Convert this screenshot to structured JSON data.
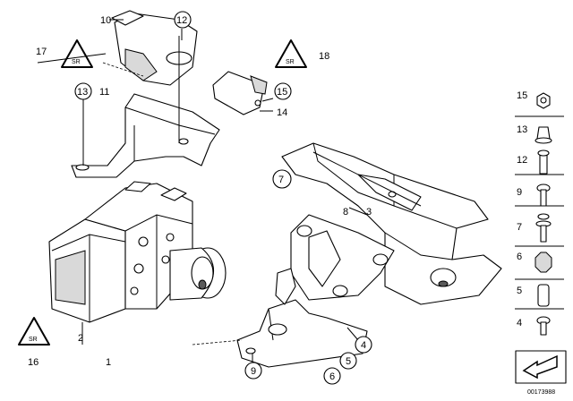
{
  "callouts": {
    "c1": "1",
    "c2": "2",
    "c3": "3",
    "c4": "4",
    "c5": "5",
    "c6": "6",
    "c7": "7",
    "c8": "8",
    "c9": "9",
    "c10": "10",
    "c11": "11",
    "c12": "12",
    "c13": "13",
    "c14": "14",
    "c15": "15",
    "c16": "16",
    "c17": "17",
    "c18": "18"
  },
  "legend": {
    "items": [
      "15",
      "13",
      "12",
      "9",
      "7",
      "6",
      "5",
      "4"
    ]
  },
  "diagram_code": "00173988"
}
